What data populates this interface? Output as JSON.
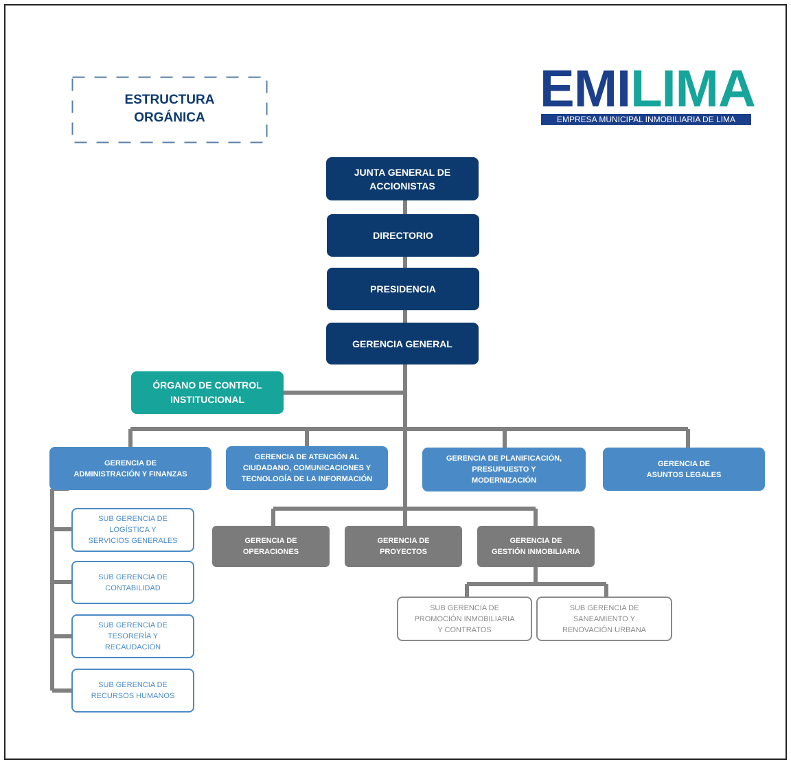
{
  "title": "ESTRUCTURA\nORGÁNICA",
  "logo": {
    "part1": "EMI",
    "part2": "LIMA",
    "subtitle": "EMPRESA MUNICIPAL INMOBILIARIA DE LIMA"
  },
  "colors": {
    "navy": "#0d3a6e",
    "teal": "#17a49a",
    "blue": "#4a8bc7",
    "gray": "#7b7b7b",
    "connector": "#808080"
  },
  "chain": {
    "junta": "JUNTA GENERAL DE\nACCIONISTAS",
    "directorio": "DIRECTORIO",
    "presidencia": "PRESIDENCIA",
    "gerencia_general": "GERENCIA GENERAL"
  },
  "control": "ÓRGANO DE CONTROL\nINSTITUCIONAL",
  "support": {
    "administracion": "GERENCIA DE\nADMINISTRACIÓN Y FINANZAS",
    "atencion": "GERENCIA DE ATENCIÓN AL\nCIUDADANO, COMUNICACIONES Y\nTECNOLOGÍA DE LA INFORMACIÓN",
    "planificacion": "GERENCIA DE PLANIFICACIÓN,\nPRESUPUESTO Y\nMODERNIZACIÓN",
    "legales": "GERENCIA DE\nASUNTOS LEGALES"
  },
  "admin_subs": {
    "logistica": "SUB GERENCIA DE\nLOGÍSTICA Y\nSERVICIOS GENERALES",
    "contabilidad": "SUB GERENCIA DE\nCONTABILIDAD",
    "tesoreria": "SUB GERENCIA DE\nTESORERÍA Y\nRECAUDACIÓN",
    "rrhh": "SUB GERENCIA DE\nRECURSOS HUMANOS"
  },
  "line": {
    "operaciones": "GERENCIA DE\nOPERACIONES",
    "proyectos": "GERENCIA DE\nPROYECTOS",
    "gestion": "GERENCIA DE\nGESTIÓN INMOBILIARIA"
  },
  "gestion_subs": {
    "promocion": "SUB GERENCIA DE\nPROMOCIÓN INMOBILIARIA\nY CONTRATOS",
    "saneamiento": "SUB GERENCIA DE\nSANEAMIENTO Y\nRENOVACIÓN URBANA"
  }
}
